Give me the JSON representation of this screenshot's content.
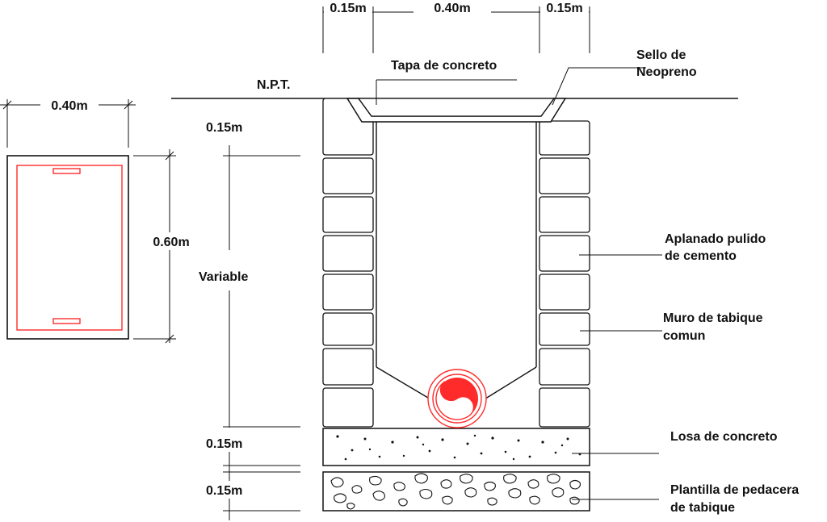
{
  "colors": {
    "line": "#111111",
    "accent": "#ff2b2b",
    "background": "#ffffff"
  },
  "plan": {
    "width_label": "0.40m",
    "height_label": "0.60m"
  },
  "section": {
    "top_dims": [
      "0.15m",
      "0.40m",
      "0.15m"
    ],
    "npt_label": "N.P.T.",
    "left_dims": {
      "cover": "0.15m",
      "variable": "Variable",
      "slab": "0.15m",
      "base": "0.15m"
    },
    "callouts": {
      "cover": "Tapa de concreto",
      "seal_line1": "Sello de",
      "seal_line2": "Neopreno",
      "finish_line1": "Aplanado pulido",
      "finish_line2": "de cemento",
      "wall_line1": "Muro de tabique",
      "wall_line2": "comun",
      "slab": "Losa de concreto",
      "base_line1": "Plantilla de pedacera",
      "base_line2": "de tabique"
    },
    "drain_icon": "drain-pipe-icon"
  }
}
